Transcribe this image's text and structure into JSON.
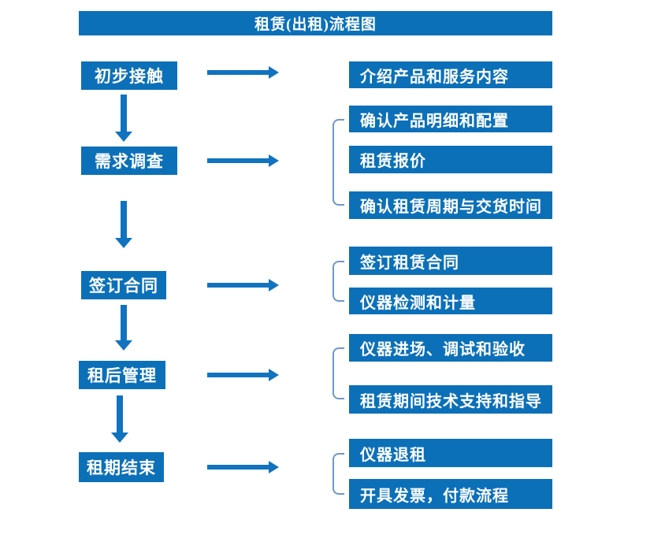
{
  "title": "租赁(出租)流程图",
  "colors": {
    "box_blue": "#0c70b8",
    "arrow_blue": "#1173c0",
    "bracket_blue": "#6e97cc",
    "text_white": "#ffffff",
    "background": "#ffffff"
  },
  "stages": [
    {
      "label": "初步接触",
      "outputs": [
        "介绍产品和服务内容"
      ]
    },
    {
      "label": "需求调查",
      "outputs": [
        "确认产品明细和配置",
        "租赁报价",
        "确认租赁周期与交货时间"
      ]
    },
    {
      "label": "签订合同",
      "outputs": [
        "签订租赁合同",
        "仪器检测和计量"
      ]
    },
    {
      "label": "租后管理",
      "outputs": [
        "仪器进场、调试和验收",
        "租赁期间技术支持和指导"
      ]
    },
    {
      "label": "租期结束",
      "outputs": [
        "仪器退租",
        "开具发票，付款流程"
      ]
    }
  ]
}
